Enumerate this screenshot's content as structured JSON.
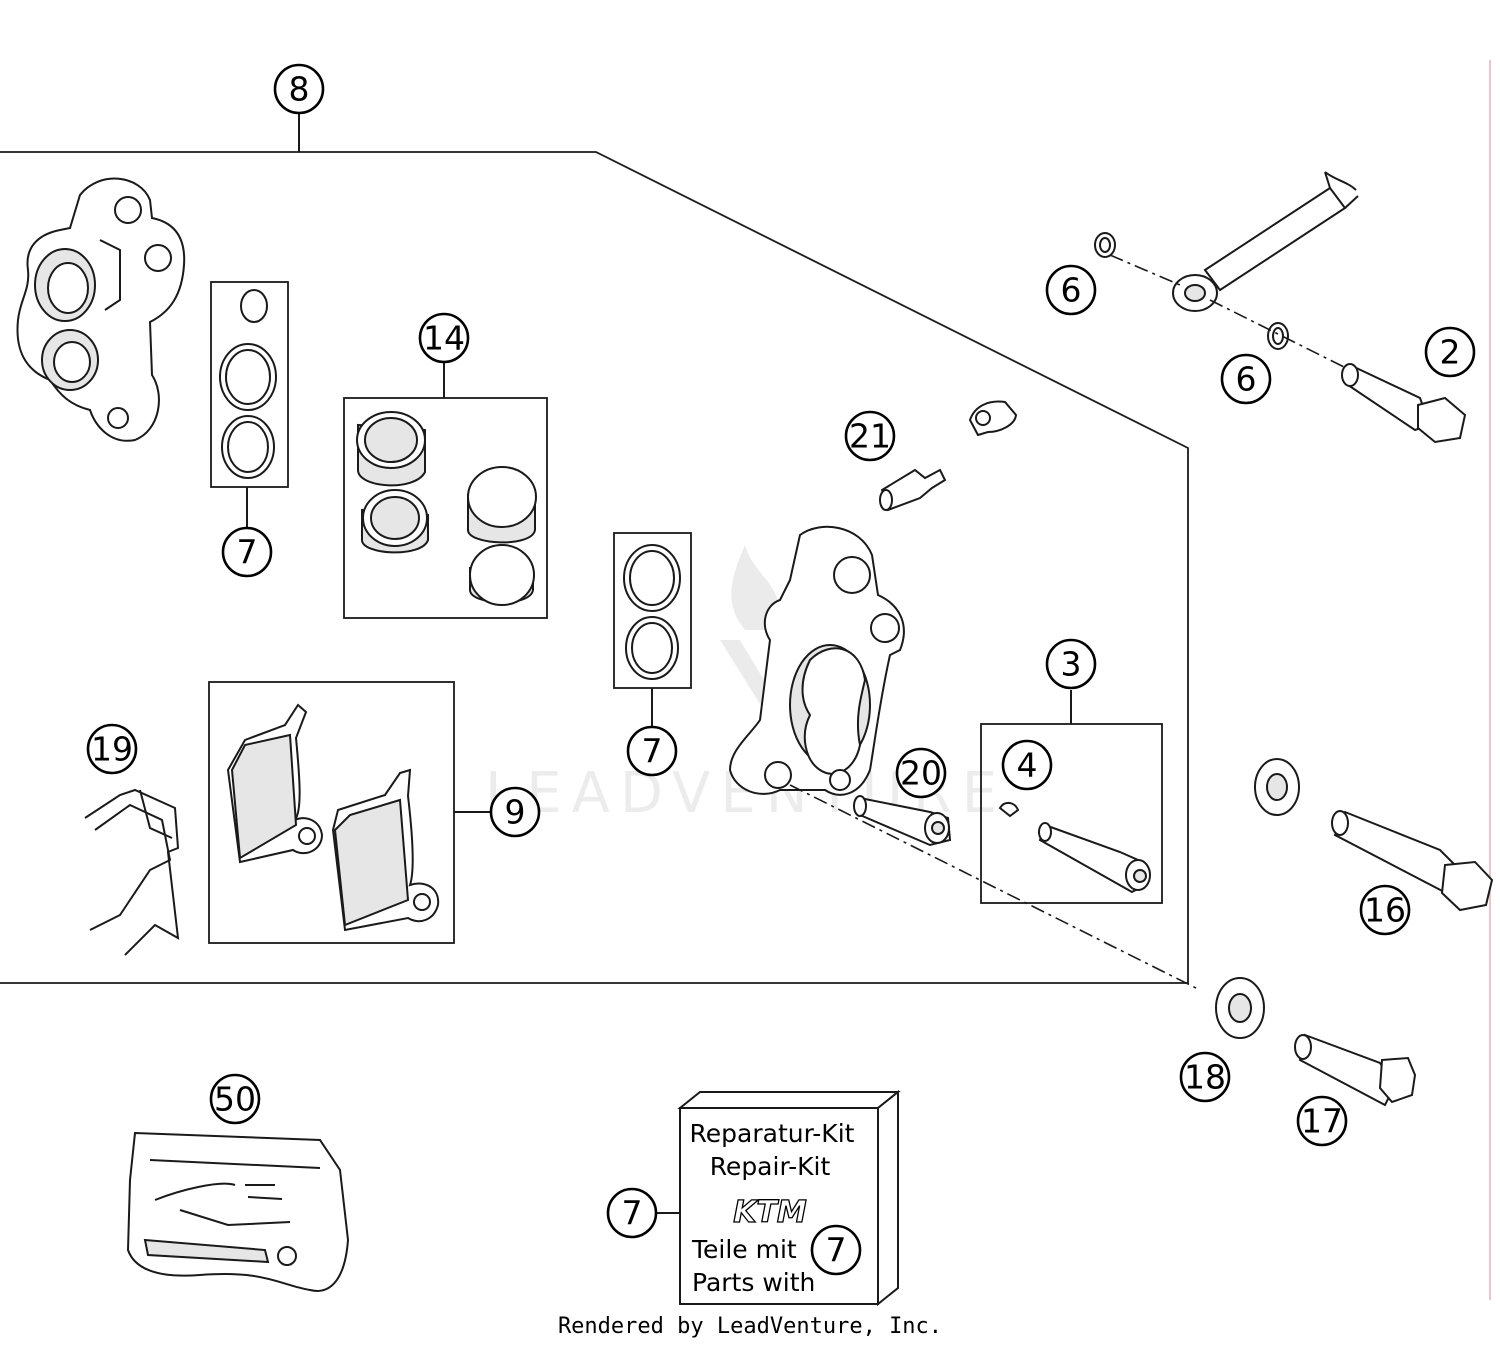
{
  "callouts": {
    "c8": "8",
    "c6a": "6",
    "c6b": "6",
    "c2": "2",
    "c14": "14",
    "c7a": "7",
    "c21": "21",
    "c7b": "7",
    "c3": "3",
    "c4": "4",
    "c19": "19",
    "c9": "9",
    "c20": "20",
    "c16": "16",
    "c18": "18",
    "c17": "17",
    "c50": "50",
    "c7c": "7",
    "c7d": "7"
  },
  "repair_kit": {
    "line1": "Reparatur-Kit",
    "line2": "Repair-Kit",
    "brand": "KTM",
    "line3": "Teile mit",
    "line4": "Parts with"
  },
  "watermark": "LEADVENTURE",
  "footer": "Rendered by LeadVenture, Inc."
}
